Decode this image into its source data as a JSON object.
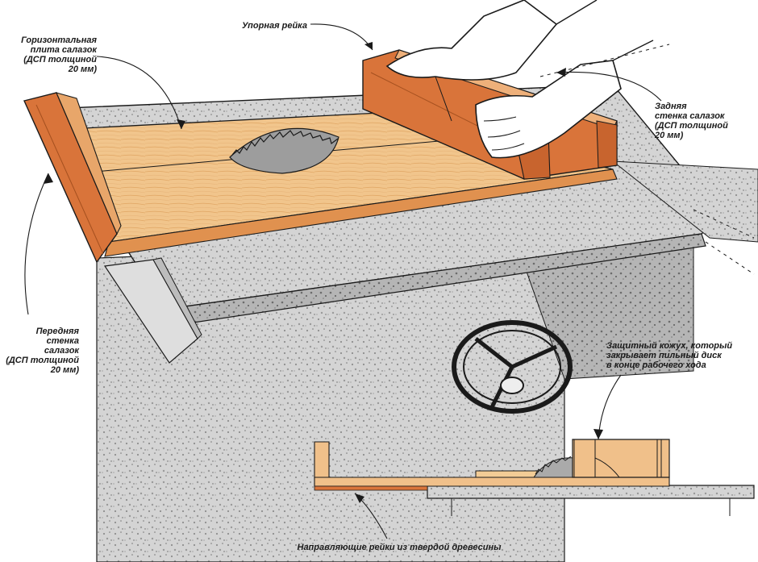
{
  "labels": {
    "plate": "Горизонтальная\nплита салазок\n(ДСП толщиной\n20 мм)",
    "fence": "Упорная рейка",
    "back_wall": "Задняя\nстенка салазок\n(ДСП толщиной\n20 мм)",
    "front_wall": "Передняя\nстенка\nсалазок\n(ДСП толщиной\n20 мм)",
    "guard": "Защитный кожух, который\nзакрывает пильный диск\nв конце рабочего хода",
    "rails": "Направляющие рейки из твердой древесины"
  },
  "colors": {
    "wood": "#e8a66a",
    "wood_dark": "#c8642e",
    "wood_light": "#f2cc96",
    "table": "#cfcfcf",
    "table_shade": "#a8a8a8",
    "ink": "#1a1a1a"
  }
}
